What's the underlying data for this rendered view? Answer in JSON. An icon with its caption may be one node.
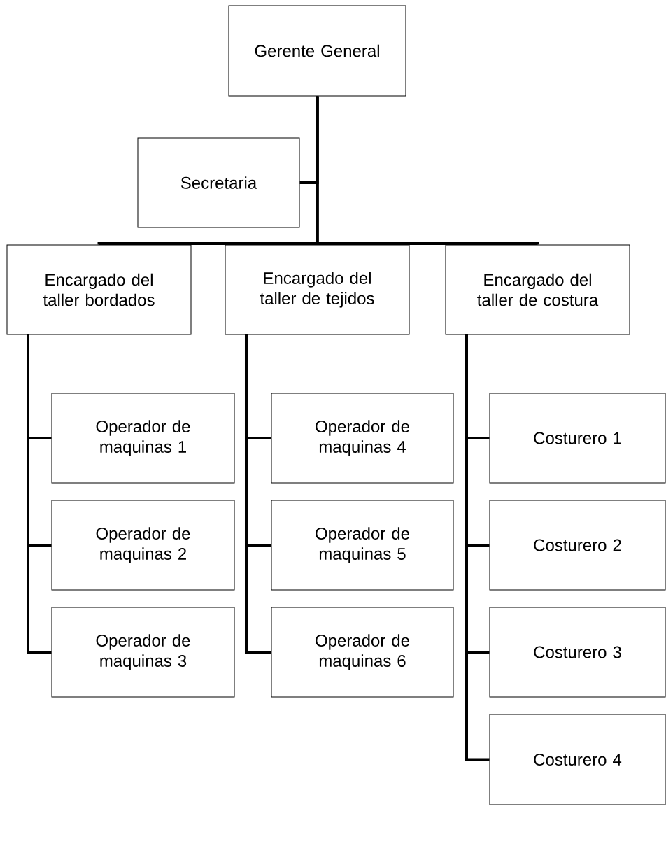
{
  "diagram": {
    "nodes": [
      {
        "text": [
          "Gerente General"
        ]
      },
      {
        "text": [
          "Secretaria"
        ]
      },
      {
        "text": [
          "Encargado del taller bordados"
        ]
      },
      {
        "text": [
          "Encargado del taller de tejidos"
        ]
      },
      {
        "text": [
          "Encargado del taller de costura"
        ]
      },
      {
        "text": [
          "Operador de maquinas 1"
        ]
      },
      {
        "text": [
          "Operador de maquinas 2"
        ]
      },
      {
        "text": [
          "Operador de maquinas 3"
        ]
      },
      {
        "text": [
          "Operador de maquinas 4"
        ]
      },
      {
        "text": [
          "Operador de maquinas 5"
        ]
      },
      {
        "text": [
          "Operador de maquinas 6"
        ]
      },
      {
        "text": [
          "Costurero 1"
        ]
      },
      {
        "text": [
          "Costurero 2"
        ]
      },
      {
        "text": [
          "Costurero 3"
        ]
      },
      {
        "text": [
          "Costurero 4"
        ]
      }
    ],
    "edges": [
      {
        "from": 0,
        "to": 1,
        "arrow": "none"
      },
      {
        "from": 0,
        "to": 2,
        "arrow": "none"
      },
      {
        "from": 0,
        "to": 3,
        "arrow": "none"
      },
      {
        "from": 0,
        "to": 4,
        "arrow": "none"
      },
      {
        "from": 2,
        "to": 5,
        "arrow": "none"
      },
      {
        "from": 2,
        "to": 6,
        "arrow": "none"
      },
      {
        "from": 2,
        "to": 7,
        "arrow": "none"
      },
      {
        "from": 3,
        "to": 8,
        "arrow": "none"
      },
      {
        "from": 3,
        "to": 9,
        "arrow": "none"
      },
      {
        "from": 3,
        "to": 10,
        "arrow": "none"
      },
      {
        "from": 4,
        "to": 11,
        "arrow": "none"
      },
      {
        "from": 4,
        "to": 12,
        "arrow": "none"
      },
      {
        "from": 4,
        "to": 13,
        "arrow": "none"
      },
      {
        "from": 4,
        "to": 14,
        "arrow": "none"
      }
    ]
  }
}
